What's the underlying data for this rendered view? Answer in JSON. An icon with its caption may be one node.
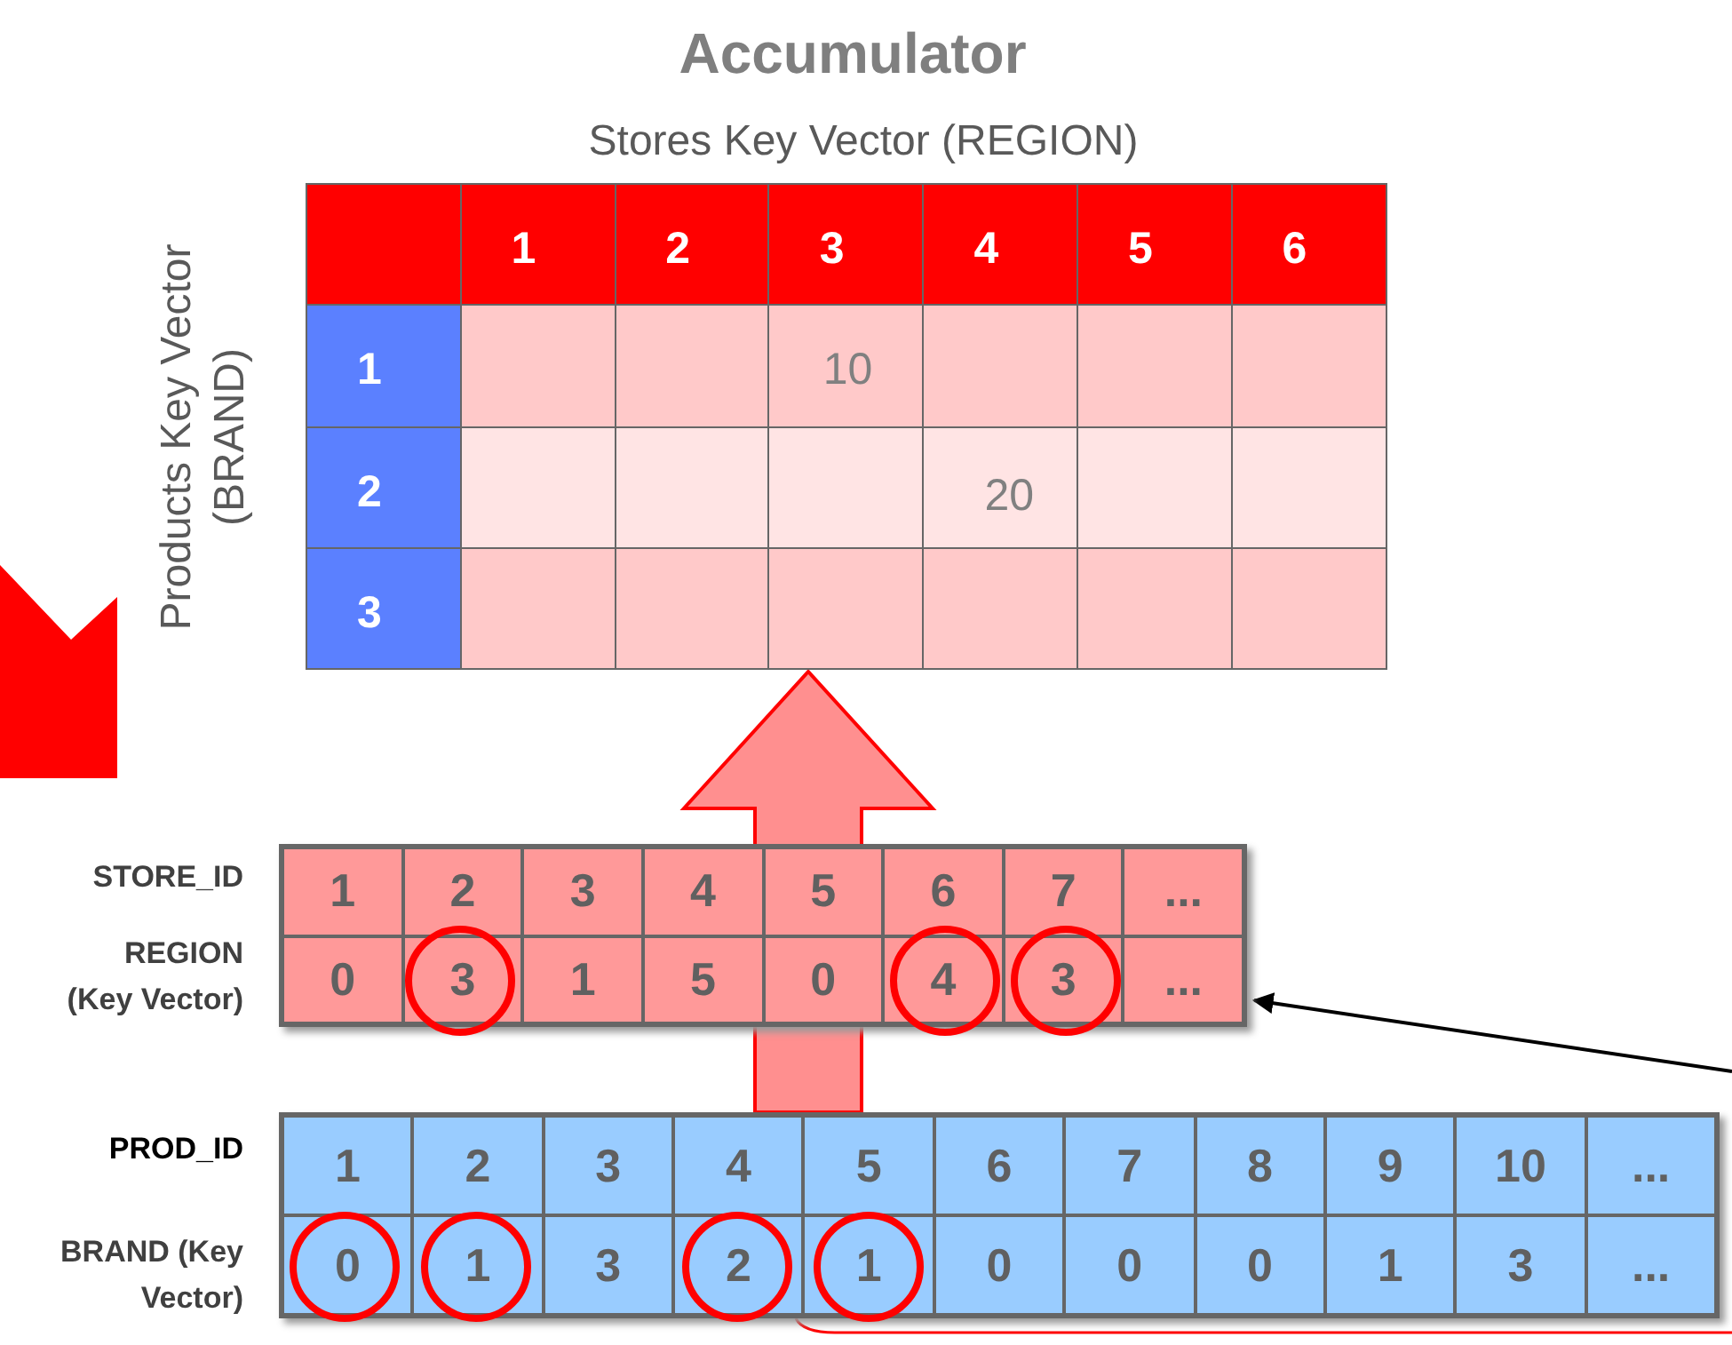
{
  "diagram": {
    "title": "Accumulator",
    "nodes": [
      {
        "text": [
          "Stores Key Vector (REGION)",
          "Products Key Vector (BRAND)"
        ]
      },
      {
        "text": [],
        "shape": "box",
        "beside": [
          "STORE_ID",
          "REGION (Key Vector)"
        ]
      },
      {
        "text": [],
        "shape": "box",
        "beside": [
          "PROD_ID",
          "BRAND (Key Vector)"
        ]
      },
      {
        "text": [],
        "shape": "chevron"
      }
    ],
    "edges": [
      {
        "from": 2,
        "to": 0,
        "arrow": "to",
        "style": "thick",
        "color": "#ff0000"
      },
      {
        "from": null,
        "to": 1,
        "arrow": "to"
      },
      {
        "from": 2,
        "to": null,
        "arrow": "none",
        "color": "#ff0000"
      }
    ],
    "labels": [
      "1",
      "2",
      "3",
      "4",
      "5",
      "6",
      "1",
      "10",
      "2",
      "20",
      "3",
      "1",
      "2",
      "3",
      "4",
      "5",
      "6",
      "7",
      "...",
      "0",
      "3",
      "1",
      "5",
      "0",
      "4",
      "3",
      "...",
      "1",
      "2",
      "3",
      "4",
      "5",
      "6",
      "7",
      "8",
      "9",
      "10",
      "...",
      "0",
      "1",
      "3",
      "2",
      "1",
      "0",
      "0",
      "0",
      "1",
      "3",
      "..."
    ]
  }
}
